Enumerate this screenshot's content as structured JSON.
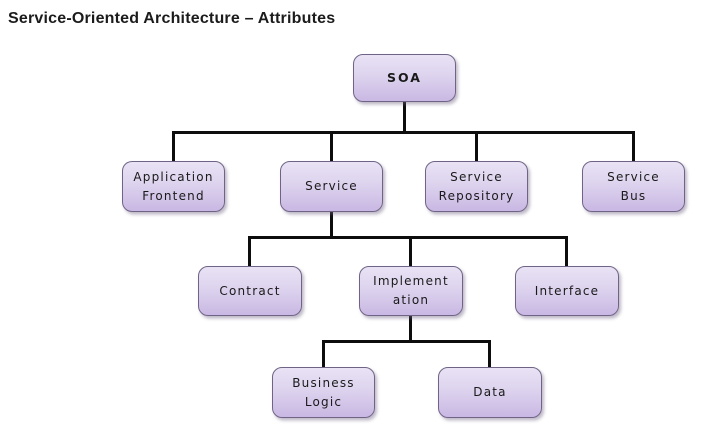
{
  "title": "Service-Oriented Architecture – Attributes",
  "diagram": {
    "type": "tree",
    "root": {
      "label": "SOA",
      "children": [
        {
          "label": "Application\nFrontend"
        },
        {
          "label": "Service",
          "children": [
            {
              "label": "Contract"
            },
            {
              "label": "Implement\nation",
              "children": [
                {
                  "label": "Business\nLogic"
                },
                {
                  "label": "Data"
                }
              ]
            },
            {
              "label": "Interface"
            }
          ]
        },
        {
          "label": "Service\nRepository"
        },
        {
          "label": "Service\nBus"
        }
      ]
    }
  },
  "colors": {
    "title_text": "#1b1b1b",
    "node_text": "#1a1a1a",
    "node_fill_top": "#e9e3f5",
    "node_fill_bottom": "#c9b8e3",
    "node_border": "#6f6485",
    "connector": "#0d0d0d"
  }
}
